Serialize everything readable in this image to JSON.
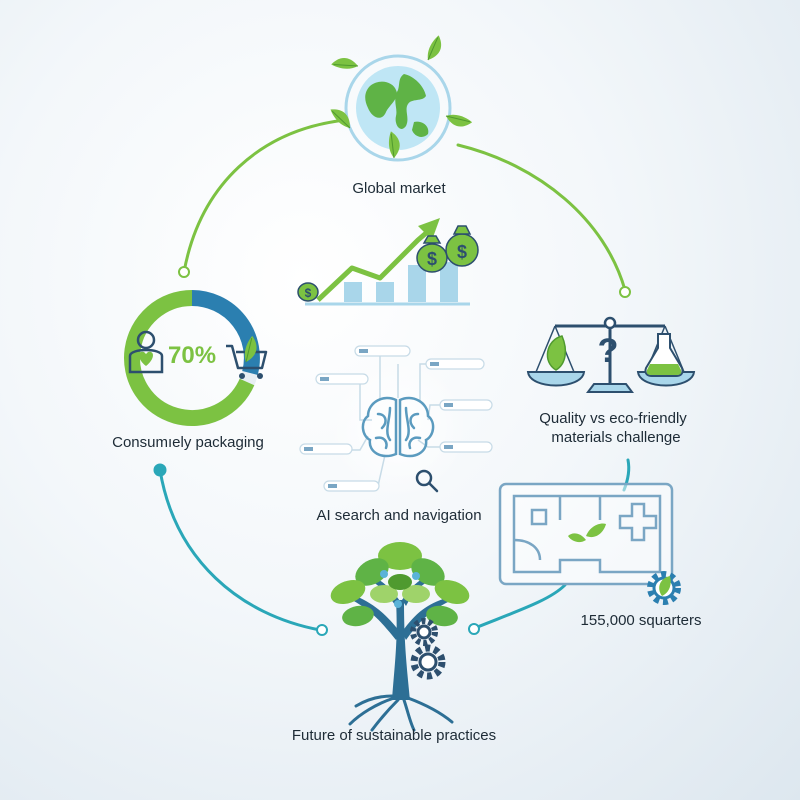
{
  "nodes": {
    "global_market": {
      "label": "Global market"
    },
    "consumer_packaging": {
      "label": "Consumıely packaging",
      "percent": "70%"
    },
    "quality_challenge": {
      "label_line1": "Quality vs eco-friendly",
      "label_line2": "materials challenge"
    },
    "ai_search": {
      "label": "AI search and navigation"
    },
    "floor_area": {
      "label": "155,000 squarters"
    },
    "future_practices": {
      "label": "Future of sustainable practices"
    }
  },
  "colors": {
    "green": "#7cc242",
    "dark_green": "#4f9a2f",
    "teal": "#2aa7b8",
    "blue": "#2b7fb0",
    "navy": "#2d4f6e",
    "light_blue": "#a9d6ea"
  }
}
